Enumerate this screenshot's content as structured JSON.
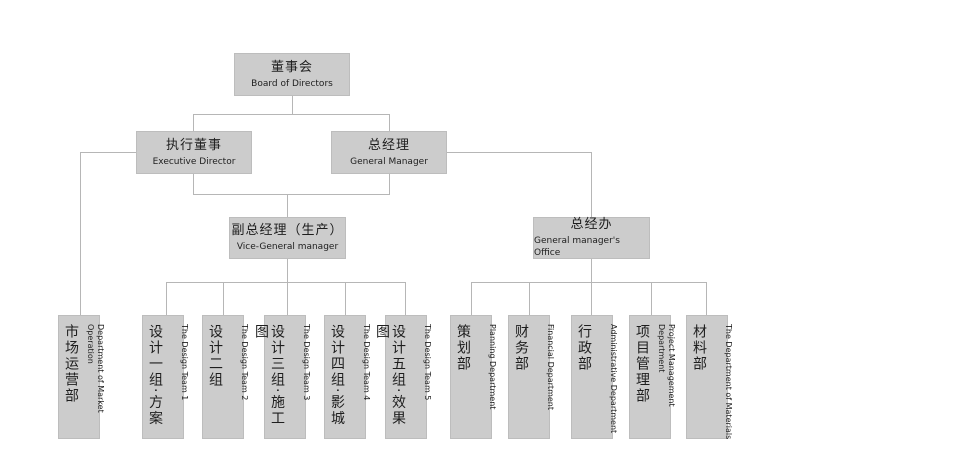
{
  "board": {
    "cn": "董事会",
    "en": "Board of Directors"
  },
  "exec": {
    "cn": "执行董事",
    "en": "Executive Director"
  },
  "gm": {
    "cn": "总经理",
    "en": "General Manager"
  },
  "vgm": {
    "cn": "副总经理（生产）",
    "en": "Vice-General manager"
  },
  "gmo": {
    "cn": "总经办",
    "en": "General manager's Office"
  },
  "depts": [
    {
      "cn": "市场运营部",
      "en": "Department of Market Operation"
    },
    {
      "cn": "设计一组·方案",
      "en": "The Design Team 1"
    },
    {
      "cn": "设计二组",
      "en": "The Design Team 2"
    },
    {
      "cn": "设计三组·施工图",
      "en": "The Design Team 3"
    },
    {
      "cn": "设计四组·影城",
      "en": "The Design Team 4"
    },
    {
      "cn": "设计五组·效果图",
      "en": "The Design Team 5"
    },
    {
      "cn": "策划部",
      "en": "Planning Department"
    },
    {
      "cn": "财务部",
      "en": "Financial Department"
    },
    {
      "cn": "行政部",
      "en": "Administrative Department"
    },
    {
      "cn": "项目管理部",
      "en": "Project Management Department"
    },
    {
      "cn": "材料部",
      "en": "The Department of Materials"
    }
  ]
}
